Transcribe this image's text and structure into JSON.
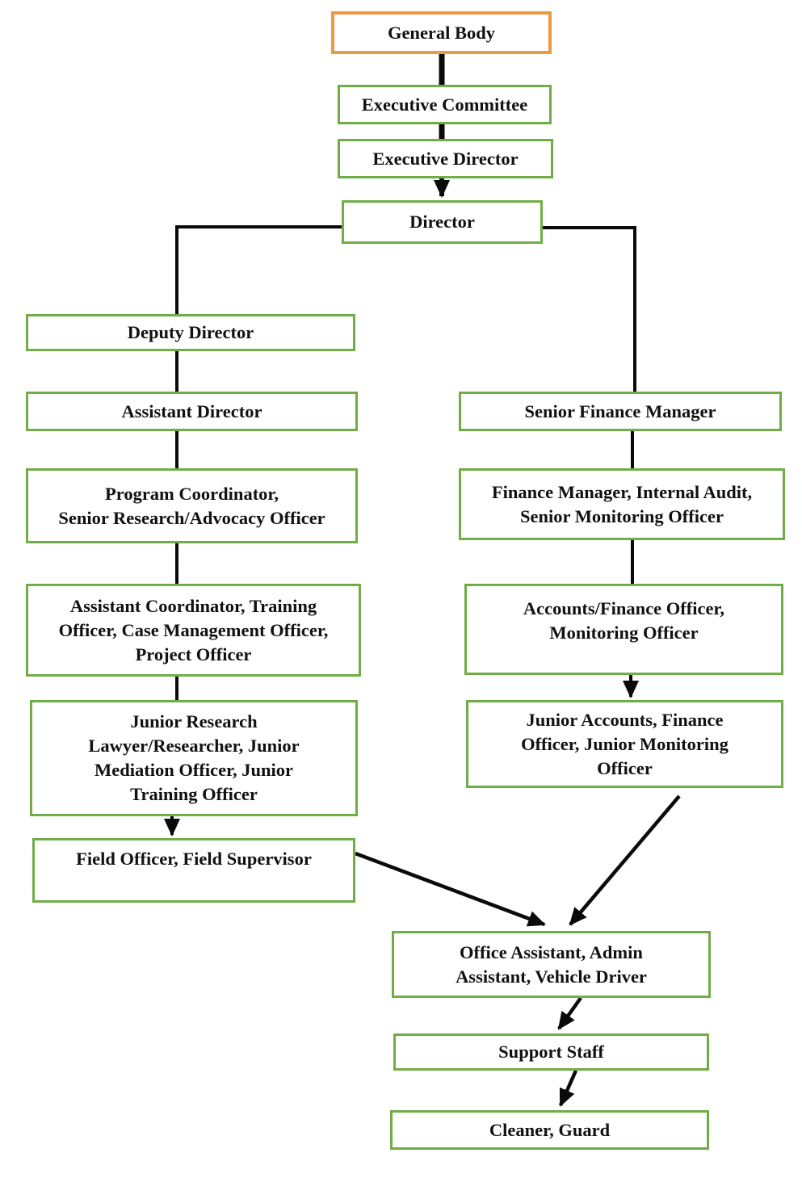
{
  "diagram": {
    "type": "org-chart",
    "colors": {
      "box_border_green": "#70AD47",
      "box_border_orange": "#ED9B40",
      "connector_black": "#0a0a0a",
      "background": "#ffffff"
    },
    "nodes": {
      "general_body": {
        "label": "General Body"
      },
      "executive_committee": {
        "label": "Executive Committee"
      },
      "executive_director": {
        "label": "Executive Director"
      },
      "director": {
        "label": "Director"
      },
      "deputy_director": {
        "label": "Deputy Director"
      },
      "assistant_director": {
        "label": "Assistant Director"
      },
      "program_coordinator": {
        "label": "Program Coordinator,\nSenior Research/Advocacy Officer"
      },
      "assistant_coordinator": {
        "label": "Assistant Coordinator, Training\nOfficer, Case Management Officer,\nProject Officer"
      },
      "junior_research": {
        "label": "Junior Research\nLawyer/Researcher, Junior\nMediation Officer, Junior\nTraining Officer"
      },
      "field_officer": {
        "label": "Field Officer, Field Supervisor"
      },
      "senior_finance_manager": {
        "label": "Senior Finance Manager"
      },
      "finance_manager": {
        "label": "Finance Manager, Internal Audit,\nSenior Monitoring Officer"
      },
      "accounts_finance_officer": {
        "label": "Accounts/Finance Officer,\nMonitoring Officer"
      },
      "junior_accounts": {
        "label": "Junior Accounts, Finance\nOfficer, Junior Monitoring\nOfficer"
      },
      "office_assistant": {
        "label": "Office Assistant, Admin\nAssistant, Vehicle Driver"
      },
      "support_staff": {
        "label": "Support Staff"
      },
      "cleaner_guard": {
        "label": "Cleaner, Guard"
      }
    },
    "edges": [
      "general_body -> executive_committee",
      "executive_committee -> executive_director",
      "executive_director -> director",
      "director -> deputy_director",
      "director -> senior_finance_manager",
      "deputy_director -> assistant_director",
      "assistant_director -> program_coordinator",
      "program_coordinator -> assistant_coordinator",
      "assistant_coordinator -> junior_research",
      "junior_research -> field_officer",
      "senior_finance_manager -> finance_manager",
      "finance_manager -> accounts_finance_officer",
      "accounts_finance_officer -> junior_accounts",
      "field_officer -> office_assistant",
      "junior_accounts -> office_assistant",
      "office_assistant -> support_staff",
      "support_staff -> cleaner_guard"
    ]
  }
}
